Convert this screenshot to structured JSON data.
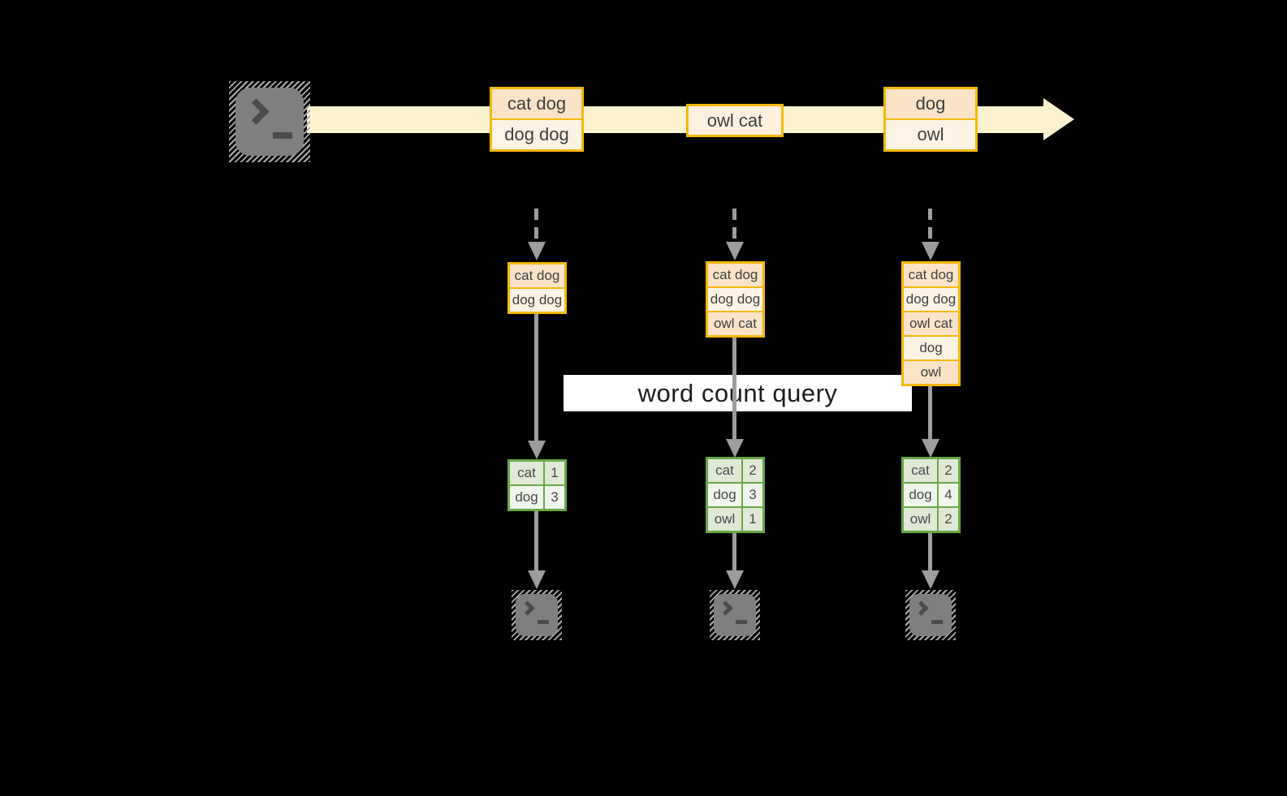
{
  "label": {
    "text": "word count query"
  },
  "stream": {
    "source_icon": "terminal-icon",
    "events": [
      {
        "lines": [
          "cat dog",
          "dog dog"
        ]
      },
      {
        "lines": [
          "owl cat"
        ]
      },
      {
        "lines": [
          "dog",
          "owl"
        ]
      }
    ]
  },
  "snapshots": [
    {
      "buffer": [
        "cat dog",
        "dog dog"
      ],
      "counts": [
        {
          "word": "cat",
          "count": "1"
        },
        {
          "word": "dog",
          "count": "3"
        }
      ]
    },
    {
      "buffer": [
        "cat dog",
        "dog dog",
        "owl cat"
      ],
      "counts": [
        {
          "word": "cat",
          "count": "2"
        },
        {
          "word": "dog",
          "count": "3"
        },
        {
          "word": "owl",
          "count": "1"
        }
      ]
    },
    {
      "buffer": [
        "cat dog",
        "dog dog",
        "owl cat",
        "dog",
        "owl"
      ],
      "counts": [
        {
          "word": "cat",
          "count": "2"
        },
        {
          "word": "dog",
          "count": "4"
        },
        {
          "word": "owl",
          "count": "2"
        }
      ]
    }
  ],
  "colors": {
    "background": "#000000",
    "gold_border": "#F5B80C",
    "peach_fill": "#FBE3C8",
    "cream_fill": "#FDF3E4",
    "stream_fill": "#FCF2CE",
    "green_border": "#69A945",
    "sage_fill": "#DFE9D6",
    "pale_green_fill": "#F0F5EC",
    "arrow_gray": "#9D9D9D",
    "terminal_gray": "#7F7F7F",
    "label_background": "#FFFFFF"
  }
}
